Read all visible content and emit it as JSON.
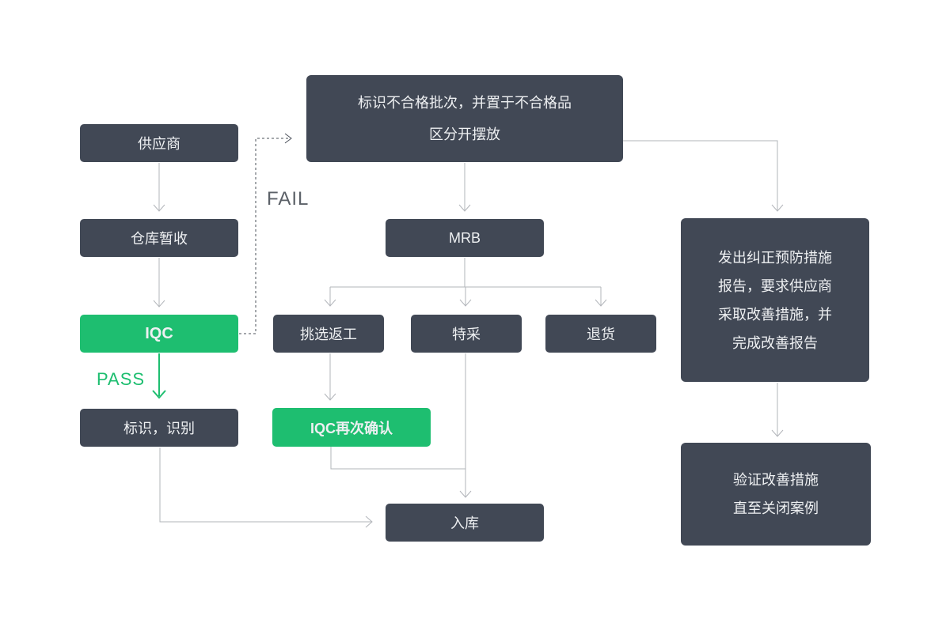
{
  "diagram": {
    "title": "IQC incoming inspection flowchart",
    "colors": {
      "background": "#ffffff",
      "node_dark": "#414855",
      "node_green": "#1ebe70",
      "node_text": "#eef0f2",
      "connector": "#b2b5ba",
      "connector_dashed": "#4b505a",
      "fail_label_color": "#5c6168",
      "pass_label_color": "#1ebe70"
    },
    "nodes": {
      "supplier": {
        "label": "供应商"
      },
      "warehouse_receive": {
        "label": "仓库暂收"
      },
      "iqc": {
        "label": "IQC"
      },
      "mark_identify": {
        "label": "标识，识别"
      },
      "reject_mark": {
        "line1": "标识不合格批次，并置于不合格品",
        "line2": "区分开摆放"
      },
      "mrb": {
        "label": "MRB"
      },
      "sort_rework": {
        "label": "挑选返工"
      },
      "special_accept": {
        "label": "特采"
      },
      "return_goods": {
        "label": "退货"
      },
      "iqc_recheck": {
        "label": "IQC再次确认"
      },
      "warehouse_in": {
        "label": "入库"
      },
      "capa": {
        "line1": "发出纠正预防措施",
        "line2": "报告，要求供应商",
        "line3": "采取改善措施，并",
        "line4": "完成改善报告"
      },
      "verify_close": {
        "line1": "验证改善措施",
        "line2": "直至关闭案例"
      }
    },
    "edge_labels": {
      "fail": "FAIL",
      "pass": "PASS"
    }
  }
}
